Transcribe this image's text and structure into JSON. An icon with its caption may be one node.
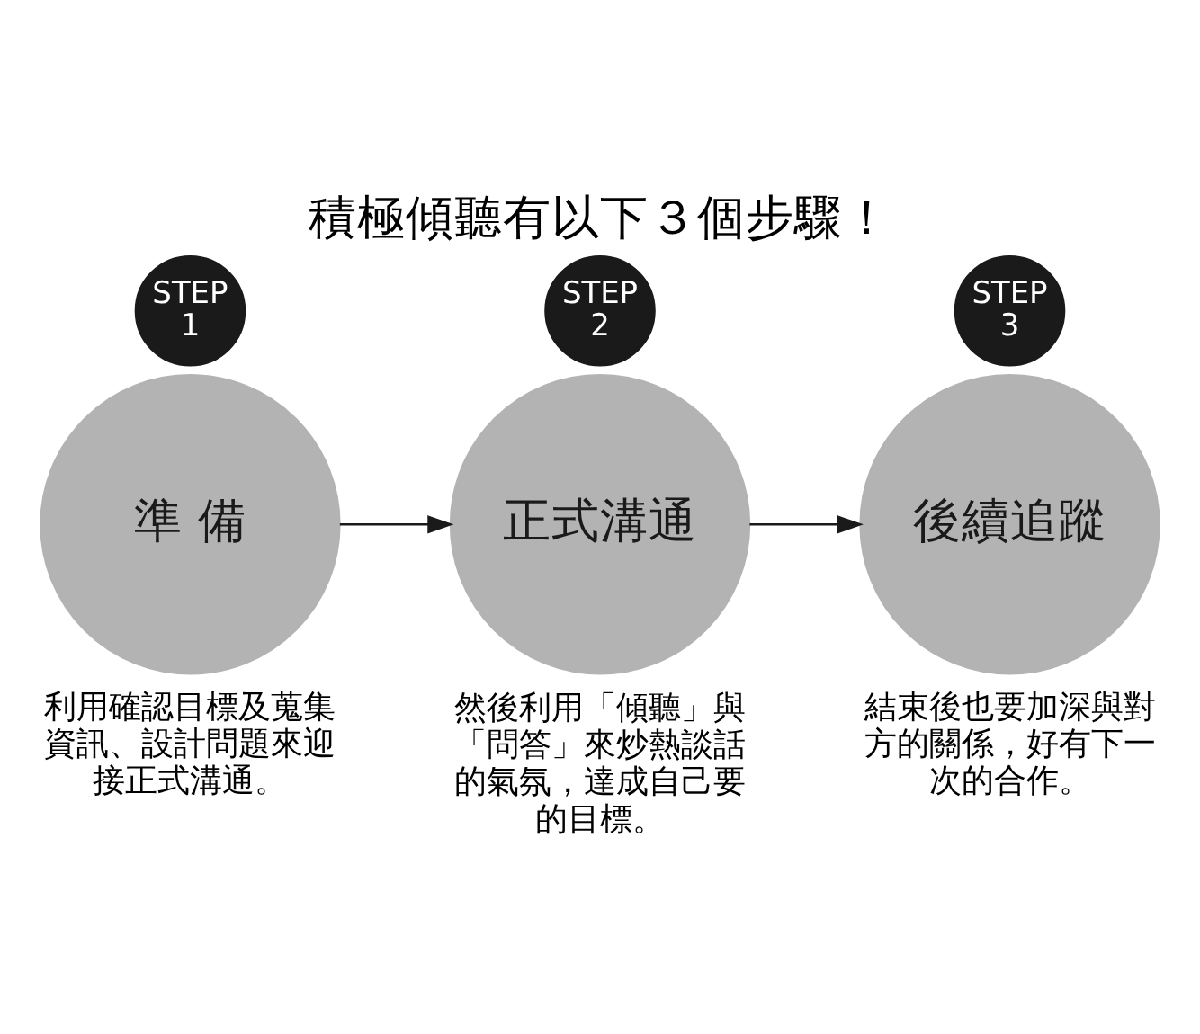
{
  "diagram": {
    "title": "積極傾聽有以下３個步驟！",
    "nodes": [
      {
        "text": [
          "STEP",
          "1"
        ]
      },
      {
        "text": [
          "準 備"
        ],
        "beside": [
          "利用確認目標及蒐集資訊、設計問題來迎接正式溝通。"
        ]
      },
      {
        "text": [
          "STEP",
          "2"
        ]
      },
      {
        "text": [
          "正式溝通"
        ],
        "beside": [
          "然後利用「傾聽」與「問答」來炒熱談話的氣氛，達成自己要的目標。"
        ]
      },
      {
        "text": [
          "STEP",
          "3"
        ]
      },
      {
        "text": [
          "後續追蹤"
        ],
        "beside": [
          "結束後也要加深與對方的關係，好有下一次的合作。"
        ]
      }
    ],
    "edges": [
      {
        "from": 1,
        "to": 3,
        "arrow": "to"
      },
      {
        "from": 3,
        "to": 5,
        "arrow": "to"
      }
    ]
  }
}
